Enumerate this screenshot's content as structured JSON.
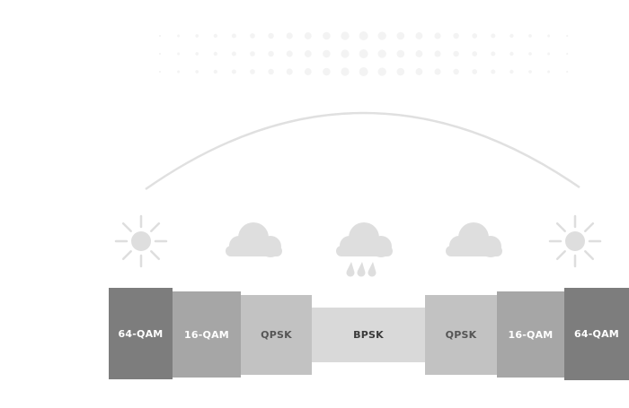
{
  "colors": {
    "dark": "#7d7d7d",
    "mid": "#a6a6a6",
    "light": "#c2c2c2",
    "lightest": "#d9d9d9",
    "icon": "#dedede",
    "arc": "#e0e0e0"
  },
  "weather_sequence": [
    "sun-icon",
    "cloud-icon",
    "rain-cloud-icon",
    "cloud-icon",
    "sun-icon"
  ],
  "modulation_bands": [
    {
      "label": "64-QAM",
      "tone": "dark"
    },
    {
      "label": "16-QAM",
      "tone": "mid"
    },
    {
      "label": "QPSK",
      "tone": "light"
    },
    {
      "label": "BPSK",
      "tone": "lightest"
    },
    {
      "label": "QPSK",
      "tone": "light"
    },
    {
      "label": "16-QAM",
      "tone": "mid"
    },
    {
      "label": "64-QAM",
      "tone": "dark"
    }
  ]
}
